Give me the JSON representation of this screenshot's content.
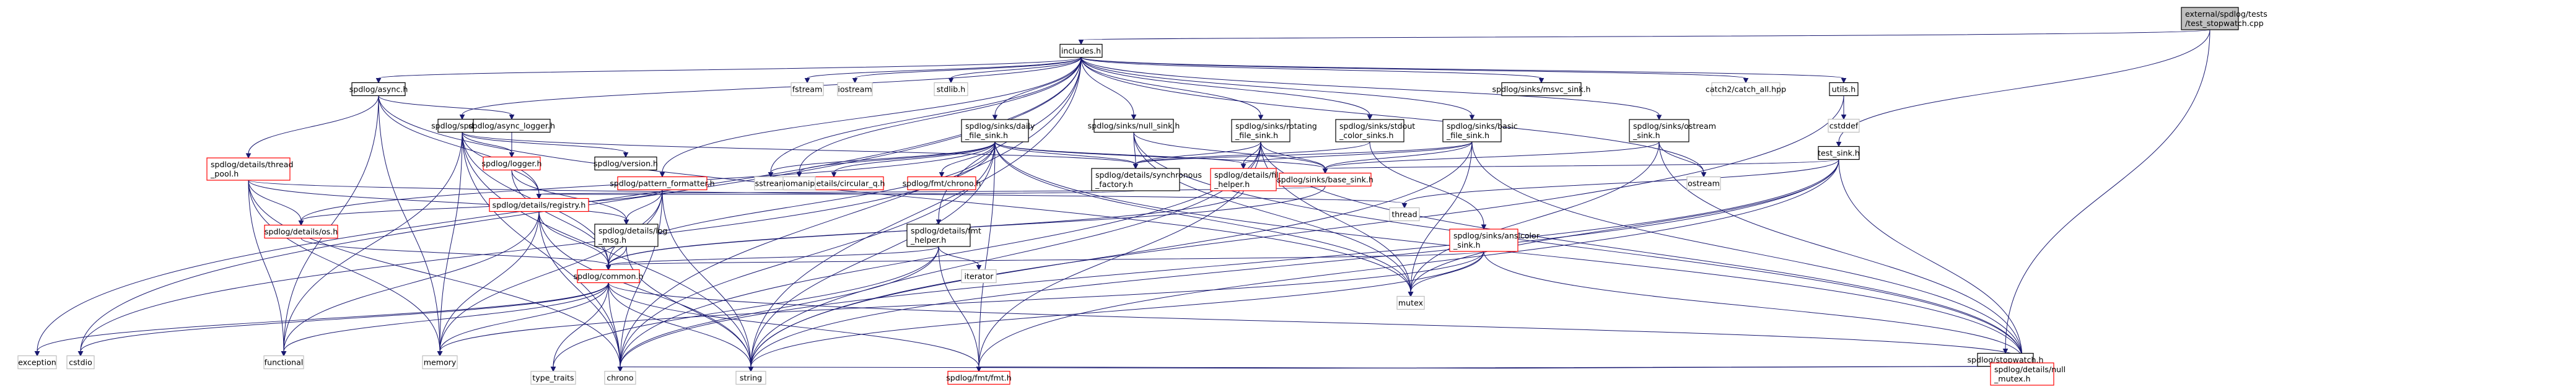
{
  "graph": {
    "root": "n0",
    "colors": {
      "root_fill": "#bfbfbf",
      "root_border": "#000000",
      "node_fill": "#ffffff",
      "node_border": "#000000",
      "external_border": "#bfbfbf",
      "truncated_border": "#ff0000",
      "edge": "#191970"
    },
    "nodes": [
      {
        "id": "n0",
        "lines": [
          "external/spdlog/tests",
          "/test_stopwatch.cpp"
        ],
        "kind": "root"
      },
      {
        "id": "n1",
        "lines": [
          "includes.h"
        ],
        "kind": "normal"
      },
      {
        "id": "n2",
        "lines": [
          "test_sink.h"
        ],
        "kind": "normal"
      },
      {
        "id": "n3",
        "lines": [
          "spdlog/stopwatch.h"
        ],
        "kind": "normal"
      },
      {
        "id": "n4",
        "lines": [
          "spdlog/async.h"
        ],
        "kind": "normal"
      },
      {
        "id": "n5",
        "lines": [
          "spdlog/spdlog.h"
        ],
        "kind": "normal"
      },
      {
        "id": "n6",
        "lines": [
          "spdlog/async_logger.h"
        ],
        "kind": "normal"
      },
      {
        "id": "n7",
        "lines": [
          "spdlog/details/thread",
          "_pool.h"
        ],
        "kind": "truncated"
      },
      {
        "id": "n8",
        "lines": [
          "spdlog/logger.h"
        ],
        "kind": "truncated"
      },
      {
        "id": "n9",
        "lines": [
          "spdlog/version.h"
        ],
        "kind": "normal"
      },
      {
        "id": "n10",
        "lines": [
          "spdlog/details/registry.h"
        ],
        "kind": "truncated"
      },
      {
        "id": "n11",
        "lines": [
          "spdlog/details/os.h"
        ],
        "kind": "truncated"
      },
      {
        "id": "n12",
        "lines": [
          "spdlog/details/log",
          "_msg.h"
        ],
        "kind": "normal"
      },
      {
        "id": "n13",
        "lines": [
          "spdlog/common.h"
        ],
        "kind": "truncated"
      },
      {
        "id": "n14",
        "lines": [
          "spdlog/pattern_formatter.h"
        ],
        "kind": "truncated"
      },
      {
        "id": "n15",
        "lines": [
          "spdlog/sinks/daily",
          "_file_sink.h"
        ],
        "kind": "normal"
      },
      {
        "id": "n16",
        "lines": [
          "spdlog/details/circular_q.h"
        ],
        "kind": "truncated"
      },
      {
        "id": "n17",
        "lines": [
          "spdlog/fmt/chrono.h"
        ],
        "kind": "truncated"
      },
      {
        "id": "n18",
        "lines": [
          "spdlog/details/fmt",
          "_helper.h"
        ],
        "kind": "normal"
      },
      {
        "id": "n19",
        "lines": [
          "spdlog/sinks/null_sink.h"
        ],
        "kind": "normal"
      },
      {
        "id": "n20",
        "lines": [
          "spdlog/details/synchronous",
          "_factory.h"
        ],
        "kind": "normal"
      },
      {
        "id": "n21",
        "lines": [
          "spdlog/sinks/rotating",
          "_file_sink.h"
        ],
        "kind": "normal"
      },
      {
        "id": "n22",
        "lines": [
          "spdlog/details/file",
          "_helper.h"
        ],
        "kind": "truncated"
      },
      {
        "id": "n23",
        "lines": [
          "spdlog/sinks/base_sink.h"
        ],
        "kind": "truncated"
      },
      {
        "id": "n24",
        "lines": [
          "spdlog/sinks/stdout",
          "_color_sinks.h"
        ],
        "kind": "normal"
      },
      {
        "id": "n25",
        "lines": [
          "spdlog/sinks/ansicolor",
          "_sink.h"
        ],
        "kind": "truncated"
      },
      {
        "id": "n26",
        "lines": [
          "spdlog/sinks/basic",
          "_file_sink.h"
        ],
        "kind": "normal"
      },
      {
        "id": "n27",
        "lines": [
          "spdlog/sinks/msvc_sink.h"
        ],
        "kind": "normal"
      },
      {
        "id": "n28",
        "lines": [
          "spdlog/sinks/ostream",
          "_sink.h"
        ],
        "kind": "normal"
      },
      {
        "id": "n29",
        "lines": [
          "catch2/catch_all.hpp"
        ],
        "kind": "external"
      },
      {
        "id": "n30",
        "lines": [
          "utils.h"
        ],
        "kind": "normal"
      },
      {
        "id": "n31",
        "lines": [
          "cstddef"
        ],
        "kind": "external"
      },
      {
        "id": "n32",
        "lines": [
          "fstream"
        ],
        "kind": "external"
      },
      {
        "id": "n33",
        "lines": [
          "iostream"
        ],
        "kind": "external"
      },
      {
        "id": "n34",
        "lines": [
          "stdlib.h"
        ],
        "kind": "external"
      },
      {
        "id": "n35",
        "lines": [
          "sstream"
        ],
        "kind": "external"
      },
      {
        "id": "n36",
        "lines": [
          "iomanip"
        ],
        "kind": "external"
      },
      {
        "id": "n37",
        "lines": [
          "ostream"
        ],
        "kind": "external"
      },
      {
        "id": "n38",
        "lines": [
          "thread"
        ],
        "kind": "external"
      },
      {
        "id": "n39",
        "lines": [
          "mutex"
        ],
        "kind": "external"
      },
      {
        "id": "n40",
        "lines": [
          "iterator"
        ],
        "kind": "external"
      },
      {
        "id": "n41",
        "lines": [
          "exception"
        ],
        "kind": "external"
      },
      {
        "id": "n42",
        "lines": [
          "cstdio"
        ],
        "kind": "external"
      },
      {
        "id": "n43",
        "lines": [
          "functional"
        ],
        "kind": "external"
      },
      {
        "id": "n44",
        "lines": [
          "memory"
        ],
        "kind": "external"
      },
      {
        "id": "n45",
        "lines": [
          "type_traits"
        ],
        "kind": "external"
      },
      {
        "id": "n46",
        "lines": [
          "chrono"
        ],
        "kind": "external"
      },
      {
        "id": "n47",
        "lines": [
          "string"
        ],
        "kind": "external"
      },
      {
        "id": "n48",
        "lines": [
          "spdlog/fmt/fmt.h"
        ],
        "kind": "truncated"
      },
      {
        "id": "n49",
        "lines": [
          "spdlog/details/null",
          "_mutex.h"
        ],
        "kind": "truncated"
      }
    ],
    "edges": [
      [
        "n0",
        "n1"
      ],
      [
        "n0",
        "n2"
      ],
      [
        "n0",
        "n3"
      ],
      [
        "n1",
        "n41"
      ],
      [
        "n1",
        "n42"
      ],
      [
        "n1",
        "n4"
      ],
      [
        "n1",
        "n5"
      ],
      [
        "n1",
        "n32"
      ],
      [
        "n1",
        "n33"
      ],
      [
        "n1",
        "n34"
      ],
      [
        "n1",
        "n15"
      ],
      [
        "n1",
        "n14"
      ],
      [
        "n1",
        "n18"
      ],
      [
        "n1",
        "n19"
      ],
      [
        "n1",
        "n21"
      ],
      [
        "n1",
        "n24"
      ],
      [
        "n1",
        "n26"
      ],
      [
        "n1",
        "n27"
      ],
      [
        "n1",
        "n28"
      ],
      [
        "n1",
        "n29"
      ],
      [
        "n1",
        "n30"
      ],
      [
        "n1",
        "n35"
      ],
      [
        "n1",
        "n36"
      ],
      [
        "n1",
        "n46"
      ],
      [
        "n1",
        "n47"
      ],
      [
        "n1",
        "n37"
      ],
      [
        "n2",
        "n23"
      ],
      [
        "n2",
        "n49"
      ],
      [
        "n2",
        "n38"
      ],
      [
        "n2",
        "n39"
      ],
      [
        "n2",
        "n46"
      ],
      [
        "n2",
        "n47"
      ],
      [
        "n2",
        "n48"
      ],
      [
        "n3",
        "n48"
      ],
      [
        "n3",
        "n46"
      ],
      [
        "n4",
        "n6"
      ],
      [
        "n4",
        "n7"
      ],
      [
        "n4",
        "n10"
      ],
      [
        "n4",
        "n43"
      ],
      [
        "n4",
        "n44"
      ],
      [
        "n4",
        "n39"
      ],
      [
        "n5",
        "n8"
      ],
      [
        "n5",
        "n9"
      ],
      [
        "n5",
        "n10"
      ],
      [
        "n5",
        "n20"
      ],
      [
        "n5",
        "n13"
      ],
      [
        "n5",
        "n43"
      ],
      [
        "n5",
        "n46"
      ],
      [
        "n5",
        "n47"
      ],
      [
        "n5",
        "n44"
      ],
      [
        "n6",
        "n8"
      ],
      [
        "n7",
        "n11"
      ],
      [
        "n7",
        "n12"
      ],
      [
        "n7",
        "n43"
      ],
      [
        "n7",
        "n44"
      ],
      [
        "n7",
        "n46"
      ],
      [
        "n7",
        "n38"
      ],
      [
        "n8",
        "n13"
      ],
      [
        "n8",
        "n12"
      ],
      [
        "n10",
        "n13"
      ],
      [
        "n10",
        "n43"
      ],
      [
        "n10",
        "n44"
      ],
      [
        "n10",
        "n46"
      ],
      [
        "n10",
        "n47"
      ],
      [
        "n11",
        "n13"
      ],
      [
        "n12",
        "n13"
      ],
      [
        "n12",
        "n47"
      ],
      [
        "n13",
        "n41"
      ],
      [
        "n13",
        "n42"
      ],
      [
        "n13",
        "n43"
      ],
      [
        "n13",
        "n44"
      ],
      [
        "n13",
        "n45"
      ],
      [
        "n13",
        "n46"
      ],
      [
        "n13",
        "n47"
      ],
      [
        "n13",
        "n48"
      ],
      [
        "n13",
        "n49"
      ],
      [
        "n14",
        "n11"
      ],
      [
        "n14",
        "n12"
      ],
      [
        "n14",
        "n13"
      ],
      [
        "n14",
        "n44"
      ],
      [
        "n14",
        "n46"
      ],
      [
        "n14",
        "n47"
      ],
      [
        "n15",
        "n22"
      ],
      [
        "n15",
        "n48"
      ],
      [
        "n15",
        "n17"
      ],
      [
        "n15",
        "n49"
      ],
      [
        "n15",
        "n16"
      ],
      [
        "n15",
        "n23"
      ],
      [
        "n15",
        "n11"
      ],
      [
        "n15",
        "n13"
      ],
      [
        "n15",
        "n20"
      ],
      [
        "n15",
        "n46"
      ],
      [
        "n15",
        "n36"
      ],
      [
        "n15",
        "n35"
      ],
      [
        "n15",
        "n39"
      ],
      [
        "n15",
        "n47"
      ],
      [
        "n15",
        "n42"
      ],
      [
        "n18",
        "n46"
      ],
      [
        "n18",
        "n45"
      ],
      [
        "n18",
        "n40"
      ],
      [
        "n18",
        "n48"
      ],
      [
        "n18",
        "n13"
      ],
      [
        "n19",
        "n49"
      ],
      [
        "n19",
        "n23"
      ],
      [
        "n19",
        "n20"
      ],
      [
        "n19",
        "n39"
      ],
      [
        "n20",
        "n10"
      ],
      [
        "n21",
        "n23"
      ],
      [
        "n21",
        "n49"
      ],
      [
        "n21",
        "n22"
      ],
      [
        "n21",
        "n48"
      ],
      [
        "n21",
        "n20"
      ],
      [
        "n21",
        "n46"
      ],
      [
        "n21",
        "n39"
      ],
      [
        "n21",
        "n47"
      ],
      [
        "n22",
        "n13"
      ],
      [
        "n23",
        "n13"
      ],
      [
        "n23",
        "n10"
      ],
      [
        "n24",
        "n25"
      ],
      [
        "n24",
        "n20"
      ],
      [
        "n25",
        "n49"
      ],
      [
        "n25",
        "n39"
      ],
      [
        "n25",
        "n47"
      ],
      [
        "n25",
        "n44"
      ],
      [
        "n25",
        "n13"
      ],
      [
        "n26",
        "n23"
      ],
      [
        "n26",
        "n22"
      ],
      [
        "n26",
        "n49"
      ],
      [
        "n26",
        "n20"
      ],
      [
        "n26",
        "n39"
      ],
      [
        "n26",
        "n47"
      ],
      [
        "n28",
        "n23"
      ],
      [
        "n28",
        "n49"
      ],
      [
        "n28",
        "n39"
      ],
      [
        "n28",
        "n37"
      ],
      [
        "n30",
        "n31"
      ],
      [
        "n30",
        "n47"
      ]
    ]
  }
}
